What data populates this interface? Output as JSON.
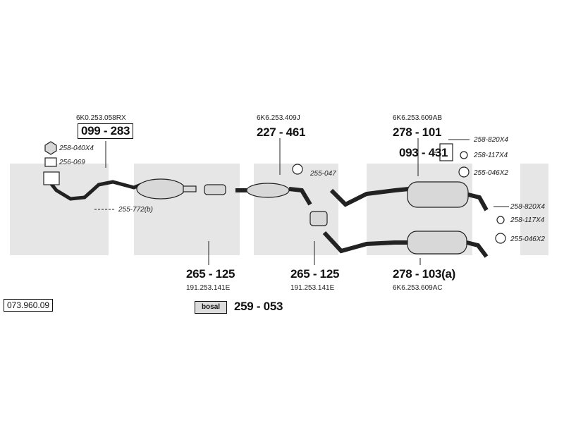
{
  "catalog_number": "073.960.09",
  "parts": {
    "cat_converter": {
      "oem": "6K0.253.058RX",
      "number": "099 - 283"
    },
    "front_pipe": {
      "oem": "6K6.253.409J",
      "number": "227 - 461"
    },
    "rear_silencer_a": {
      "oem": "6K6.253.609AB",
      "number": "278 - 101"
    },
    "rear_silencer_b": {
      "oem": "6K6.253.609AC",
      "number": "278 - 103(a)"
    },
    "bracket": {
      "number": "093 - 431"
    },
    "clamp_left": {
      "number": "265 - 125",
      "oem": "191.253.141E"
    },
    "clamp_right": {
      "number": "265 - 125",
      "oem": "191.253.141E"
    },
    "assembly_paste": {
      "brand": "bosal",
      "number": "259 - 053"
    }
  },
  "small_refs": {
    "nut": "258-040X4",
    "gasket": "256-069",
    "bolt": "255-772(b)",
    "hanger_front": "255-047",
    "r1_bolt": "258-820X4",
    "r1_washer": "258-117X4",
    "r1_rubber": "255-046X2",
    "r2_bolt": "258-820X4",
    "r2_washer": "258-117X4",
    "r2_rubber": "255-046X2"
  },
  "colors": {
    "watermark": "#e6e6e6",
    "line": "#222222",
    "part_fill": "#d8d8d8"
  }
}
